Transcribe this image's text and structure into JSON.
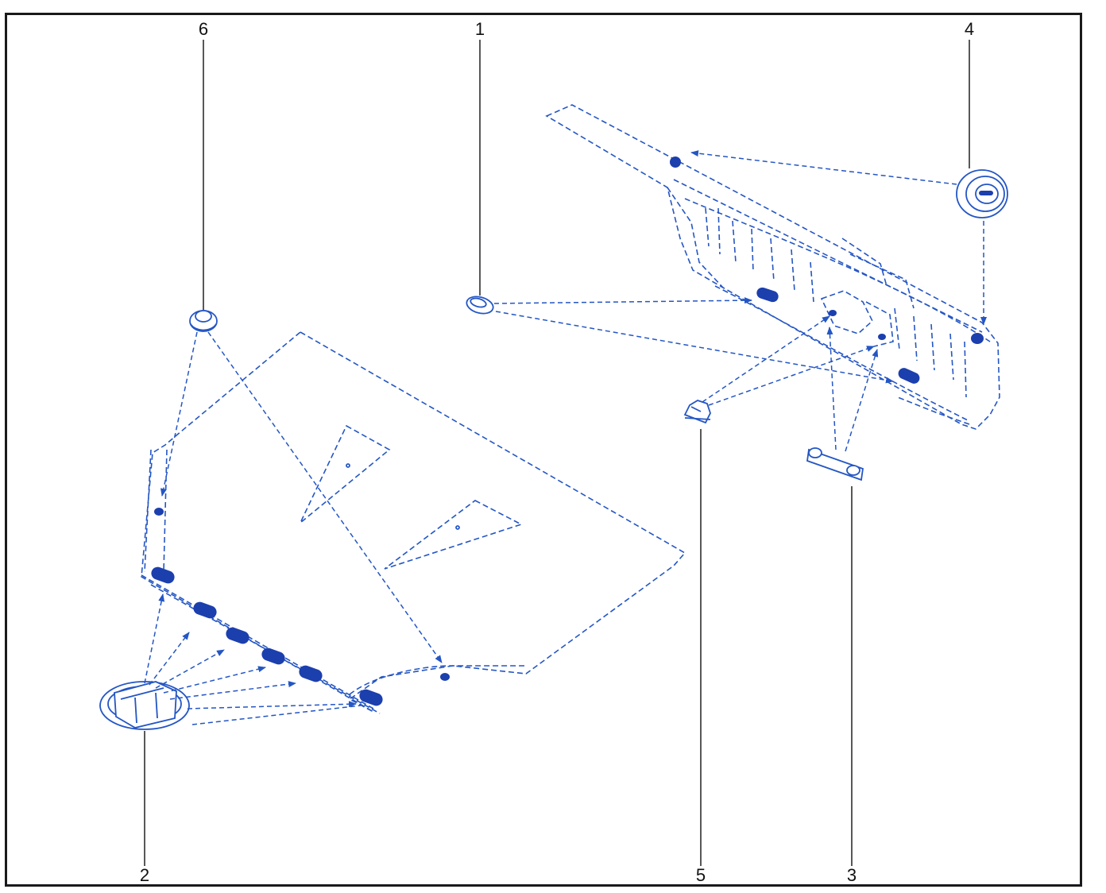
{
  "callouts": [
    {
      "id": "c6",
      "text": "6"
    },
    {
      "id": "c1",
      "text": "1"
    },
    {
      "id": "c4",
      "text": "4"
    },
    {
      "id": "c2",
      "text": "2"
    },
    {
      "id": "c5",
      "text": "5"
    },
    {
      "id": "c3",
      "text": "3"
    }
  ],
  "colors": {
    "line": "#2456c4",
    "hole": "#1c3fae",
    "frame": "#1a1a1a",
    "text": "#111111"
  }
}
